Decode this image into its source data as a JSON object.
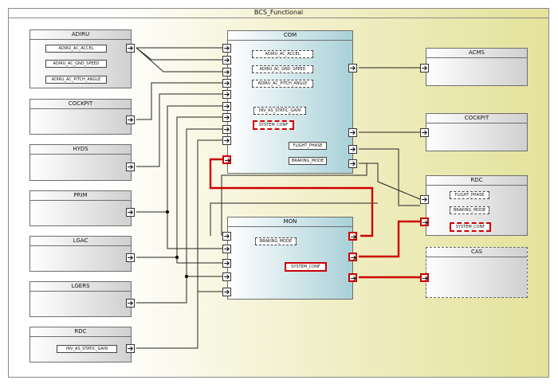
{
  "frame_title": "BCS_Functional",
  "blocks": {
    "adiru": "ADIRU",
    "cockpit_left": "COCKPIT",
    "hyds": "HYDS",
    "prim": "PRIM",
    "lgac": "LGAC",
    "lgers": "LGERS",
    "rdc_left": "RDC",
    "com": "COM",
    "mon": "MON",
    "acms": "ACMS",
    "cockpit_right": "COCKPIT",
    "rdc_right": "RDC",
    "cas": "CAS"
  },
  "signals": {
    "adiru_accel": "ADIRU_AC_ACCEL",
    "adiru_gnd_speed": "ADIRU_AC_GND_SPEED",
    "adiru_pitch": "ADIRU_AC_PITCH_ANGLE",
    "rdc_inv": "INV_AS_STATIC_GAIN",
    "com_accel": "ADIRU_AC_ACCEL",
    "com_gnd_speed": "ADIRU_AC_GND_SPEED",
    "com_pitch": "ADIRU_AC_PITCH_ANGLE",
    "com_inv": "INV_AS_STATIC_GAIN",
    "com_sysconf": "SYSTEM_CONF",
    "com_flight_phase": "FLIGHT_PHASE",
    "com_braking_mode": "BRAKING_MODE",
    "mon_braking_mode": "BRAKING_MODE",
    "mon_sysconf": "SYSTEM_CONF",
    "rdcr_flight_phase": "FLIGHT_PHASE",
    "rdcr_braking_mode": "BRAKING_MODE",
    "rdcr_sysconf": "SYSTEM_CONF"
  },
  "colors": {
    "highlight": "#cc0000",
    "com_fill": "#a9d1d8",
    "block_fill": "#d0d0d0",
    "frame_fill": "#e4e29a"
  },
  "icons": [
    "port-arrow-icon",
    "junction-dot-icon"
  ]
}
